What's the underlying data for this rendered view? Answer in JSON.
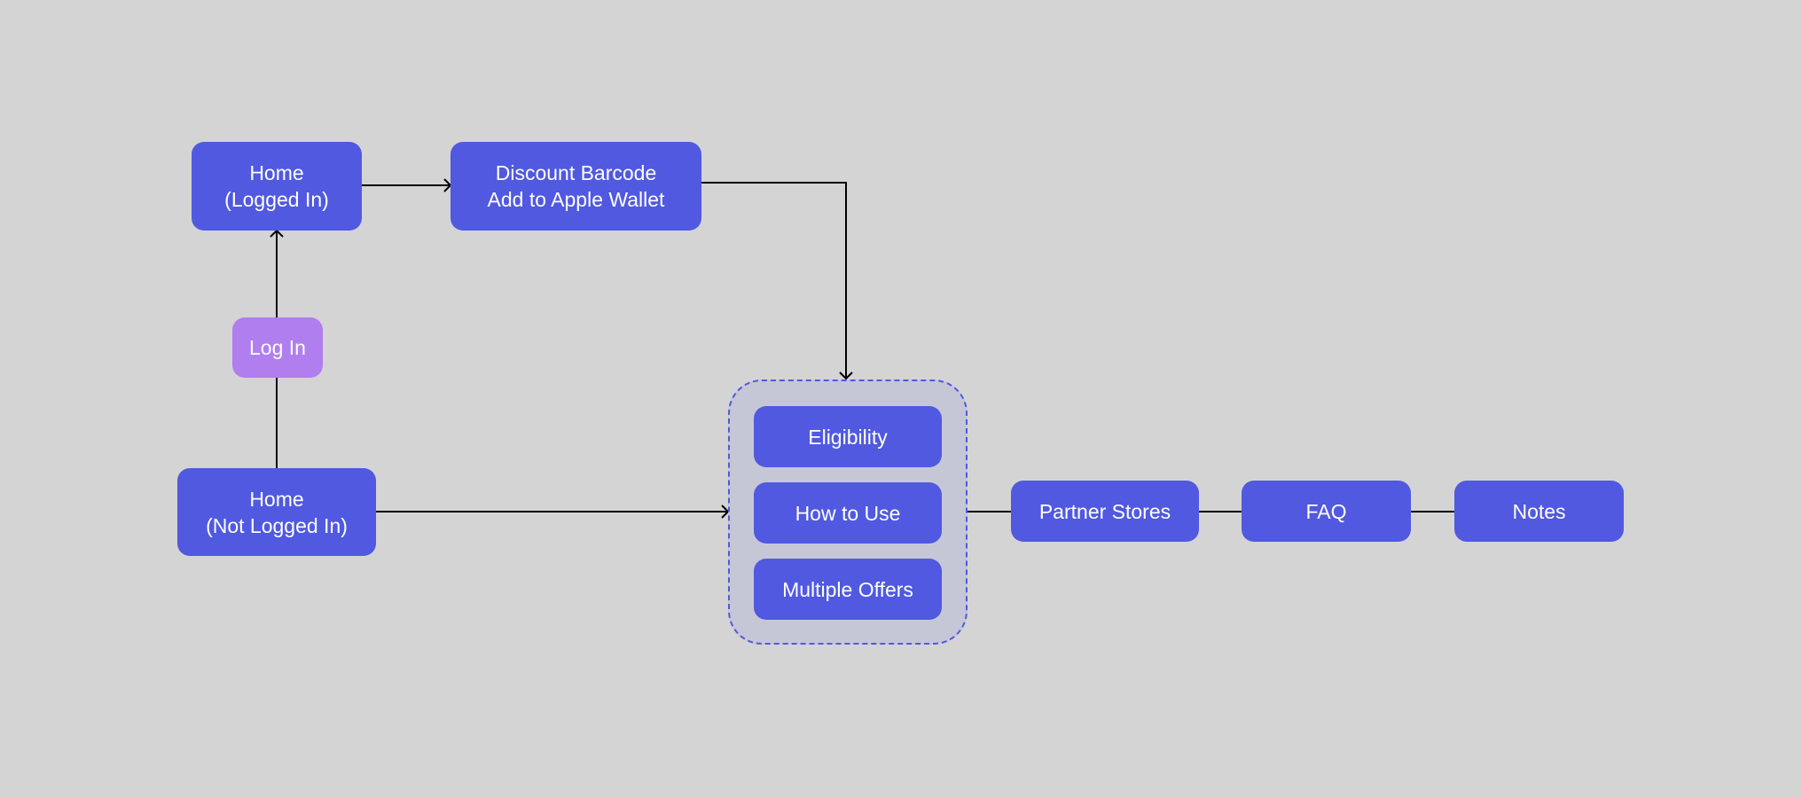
{
  "diagram": {
    "colors": {
      "background": "#d4d4d4",
      "node": "#5059e0",
      "login_node": "#b07eee",
      "group_fill": "#c6c7d6",
      "group_border": "#5059e0",
      "connector": "#000000"
    },
    "nodes": {
      "home_logged_in": "Home\n(Logged In)",
      "discount_barcode": "Discount Barcode\nAdd to Apple Wallet",
      "log_in": "Log In",
      "home_not_logged_in": "Home\n(Not Logged In)",
      "eligibility": "Eligibility",
      "how_to_use": "How to Use",
      "multiple_offers": "Multiple Offers",
      "partner_stores": "Partner Stores",
      "faq": "FAQ",
      "notes": "Notes"
    }
  }
}
